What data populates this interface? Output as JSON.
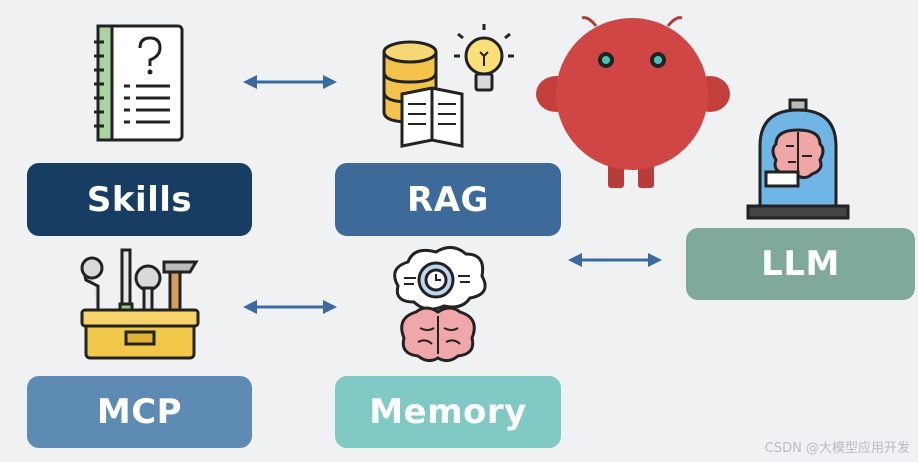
{
  "labels": {
    "skills": "Skills",
    "rag": "RAG",
    "mcp": "MCP",
    "memory": "Memory",
    "llm": "LLM"
  },
  "colors": {
    "skills": "#173d63",
    "rag": "#3d6a99",
    "mcp": "#5e8bb3",
    "memory": "#80c9c4",
    "llm": "#7ea99c",
    "arrow": "#3a6aa0",
    "mascot": "#cf4644"
  },
  "icons": {
    "skills": "question-notebook-icon",
    "rag": "database-book-lightbulb-icon",
    "mcp": "toolbox-icon",
    "memory": "brain-clock-icon",
    "llm": "brain-in-jar-icon",
    "mascot": "red-blob-mascot-icon"
  },
  "watermark": "CSDN @大模型应用开发"
}
